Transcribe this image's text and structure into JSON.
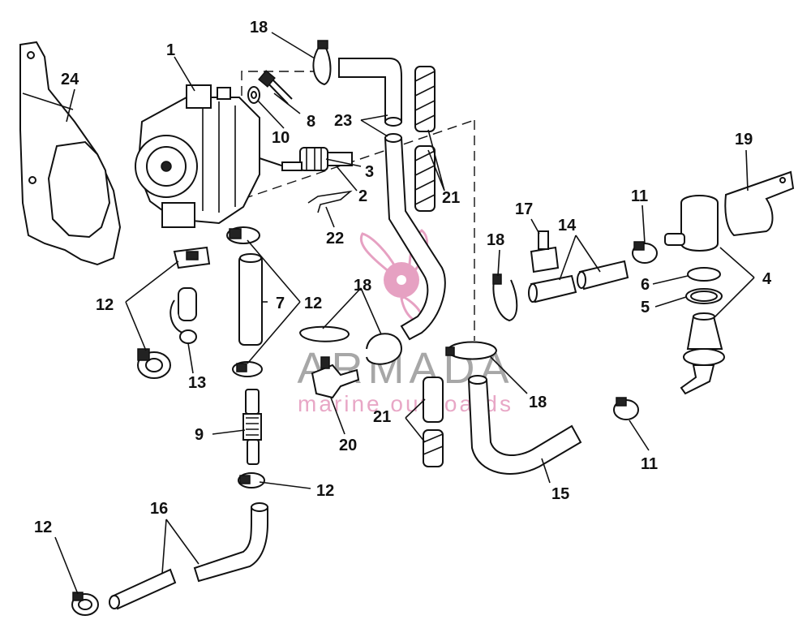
{
  "watermark": {
    "brand": "ARMADA",
    "tagline": "marine outboards",
    "color_brand": "#8a8a8a",
    "color_pink": "#e291b8"
  },
  "callouts": [
    {
      "id": "c1",
      "text": "1"
    },
    {
      "id": "c2",
      "text": "2"
    },
    {
      "id": "c3",
      "text": "3"
    },
    {
      "id": "c4",
      "text": "4"
    },
    {
      "id": "c5",
      "text": "5"
    },
    {
      "id": "c6",
      "text": "6"
    },
    {
      "id": "c7",
      "text": "7"
    },
    {
      "id": "c8",
      "text": "8"
    },
    {
      "id": "c9",
      "text": "9"
    },
    {
      "id": "c10",
      "text": "10"
    },
    {
      "id": "c11a",
      "text": "11"
    },
    {
      "id": "c11b",
      "text": "11"
    },
    {
      "id": "c12a",
      "text": "12"
    },
    {
      "id": "c12b",
      "text": "12"
    },
    {
      "id": "c12c",
      "text": "12"
    },
    {
      "id": "c12d",
      "text": "12"
    },
    {
      "id": "c13",
      "text": "13"
    },
    {
      "id": "c14",
      "text": "14"
    },
    {
      "id": "c15",
      "text": "15"
    },
    {
      "id": "c16",
      "text": "16"
    },
    {
      "id": "c17",
      "text": "17"
    },
    {
      "id": "c18a",
      "text": "18"
    },
    {
      "id": "c18b",
      "text": "18"
    },
    {
      "id": "c18c",
      "text": "18"
    },
    {
      "id": "c18d",
      "text": "18"
    },
    {
      "id": "c19",
      "text": "19"
    },
    {
      "id": "c20",
      "text": "20"
    },
    {
      "id": "c21a",
      "text": "21"
    },
    {
      "id": "c21b",
      "text": "21"
    },
    {
      "id": "c22",
      "text": "22"
    },
    {
      "id": "c23",
      "text": "23"
    },
    {
      "id": "c24",
      "text": "24"
    }
  ]
}
